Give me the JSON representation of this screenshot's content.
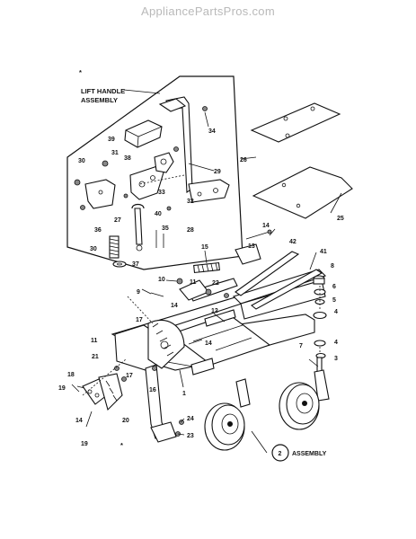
{
  "watermark": "AppliancePartsPros.com",
  "callouts": {
    "star_top": "*",
    "lift_handle_line1": "LIFT HANDLE",
    "lift_handle_line2": "ASSEMBLY",
    "star_bottom": "*",
    "assembly_num": "2",
    "assembly_label": "ASSEMBLY"
  },
  "part_labels": [
    {
      "id": "34",
      "text": "34"
    },
    {
      "id": "39",
      "text": "39"
    },
    {
      "id": "31",
      "text": "31"
    },
    {
      "id": "38",
      "text": "38"
    },
    {
      "id": "30a",
      "text": "30"
    },
    {
      "id": "33",
      "text": "33"
    },
    {
      "id": "29",
      "text": "29"
    },
    {
      "id": "27",
      "text": "27"
    },
    {
      "id": "32",
      "text": "32"
    },
    {
      "id": "36",
      "text": "36"
    },
    {
      "id": "40",
      "text": "40"
    },
    {
      "id": "28",
      "text": "28"
    },
    {
      "id": "35",
      "text": "35"
    },
    {
      "id": "30b",
      "text": "30"
    },
    {
      "id": "37",
      "text": "37"
    },
    {
      "id": "26",
      "text": "26"
    },
    {
      "id": "25",
      "text": "25"
    },
    {
      "id": "14a",
      "text": "14"
    },
    {
      "id": "42",
      "text": "42"
    },
    {
      "id": "13",
      "text": "13"
    },
    {
      "id": "41",
      "text": "41"
    },
    {
      "id": "15",
      "text": "15"
    },
    {
      "id": "8",
      "text": "8"
    },
    {
      "id": "10",
      "text": "10"
    },
    {
      "id": "11a",
      "text": "11"
    },
    {
      "id": "22",
      "text": "22"
    },
    {
      "id": "6",
      "text": "6"
    },
    {
      "id": "5",
      "text": "5"
    },
    {
      "id": "9",
      "text": "9"
    },
    {
      "id": "12",
      "text": "12"
    },
    {
      "id": "4a",
      "text": "4"
    },
    {
      "id": "14b",
      "text": "14"
    },
    {
      "id": "17a",
      "text": "17"
    },
    {
      "id": "14c",
      "text": "14"
    },
    {
      "id": "7",
      "text": "7"
    },
    {
      "id": "4b",
      "text": "4"
    },
    {
      "id": "11b",
      "text": "11"
    },
    {
      "id": "3",
      "text": "3"
    },
    {
      "id": "21",
      "text": "21"
    },
    {
      "id": "17b",
      "text": "17"
    },
    {
      "id": "18",
      "text": "18"
    },
    {
      "id": "1",
      "text": "1"
    },
    {
      "id": "19a",
      "text": "19"
    },
    {
      "id": "16",
      "text": "16"
    },
    {
      "id": "20",
      "text": "20"
    },
    {
      "id": "14d",
      "text": "14"
    },
    {
      "id": "24",
      "text": "24"
    },
    {
      "id": "23",
      "text": "23"
    },
    {
      "id": "19b",
      "text": "19"
    }
  ]
}
